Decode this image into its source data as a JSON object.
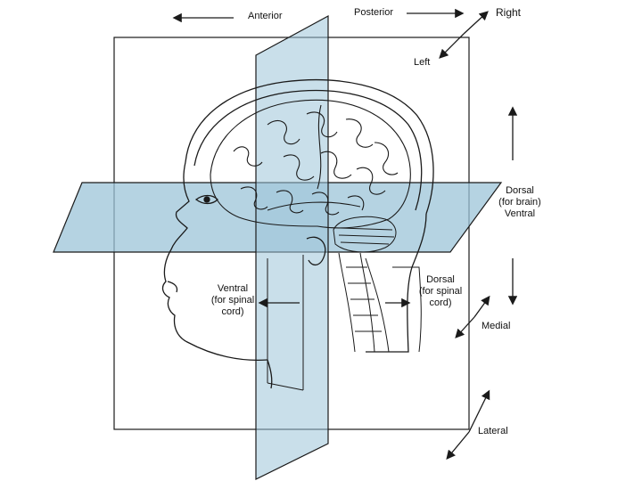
{
  "labels": {
    "anterior": "Anterior",
    "posterior": "Posterior",
    "right": "Right",
    "left": "Left",
    "dorsal_brain": [
      "Dorsal",
      "(for brain)",
      "Ventral"
    ],
    "ventral_spinal": [
      "Ventral",
      "(for spinal",
      "cord)"
    ],
    "dorsal_spinal": [
      "Dorsal",
      "(for spinal",
      "cord)"
    ],
    "medial": "Medial",
    "lateral": "Lateral"
  },
  "colors": {
    "plane_fill": "#9cc4d8",
    "line": "#1a1a1a",
    "background": "#ffffff"
  }
}
